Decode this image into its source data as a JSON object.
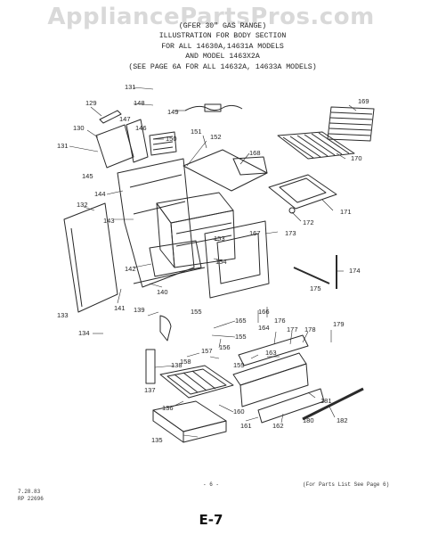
{
  "watermark": "AppliancePartsPros.com",
  "header": {
    "line1": "(GFER 30\" GAS RANGE)",
    "line2": "ILLUSTRATION FOR BODY SECTION",
    "line3": "FOR ALL 14630A,14631A MODELS",
    "line4": "AND MODEL 1463X2A",
    "line5": "(SEE PAGE 6A FOR ALL 14632A, 14633A MODELS)"
  },
  "footer": {
    "date": "7.28.83",
    "rp": "RP 22696",
    "page": "- 6 -",
    "note": "(For Parts List See Page 6)",
    "code": "E-7"
  },
  "callouts": [
    "129",
    "130",
    "131",
    "131",
    "132",
    "133",
    "134",
    "135",
    "136",
    "137",
    "138",
    "139",
    "140",
    "141",
    "142",
    "143",
    "144",
    "145",
    "146",
    "147",
    "148",
    "149",
    "150",
    "151",
    "152",
    "153",
    "154",
    "155",
    "155",
    "156",
    "157",
    "158",
    "159",
    "160",
    "161",
    "162",
    "163",
    "164",
    "165",
    "166",
    "167",
    "168",
    "169",
    "170",
    "171",
    "172",
    "173",
    "174",
    "175",
    "176",
    "177",
    "178",
    "179",
    "180",
    "181",
    "182"
  ]
}
